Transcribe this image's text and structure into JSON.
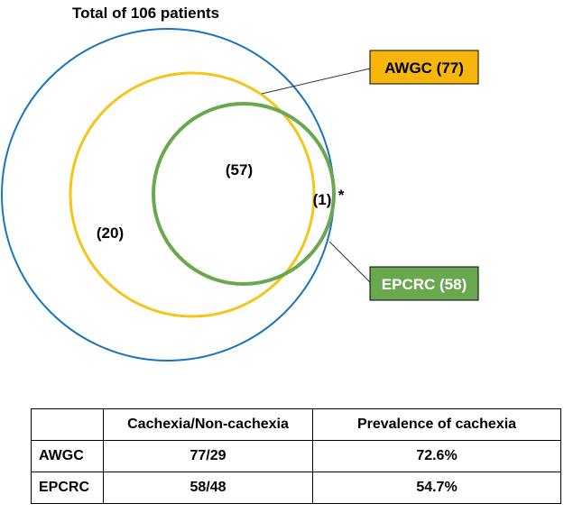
{
  "diagram": {
    "title": "Total of 106 patients",
    "colors": {
      "total": "#1b75bc",
      "awgc": "#f5c518",
      "epcrc": "#6aa84f",
      "awgc_box": "#f6b60c",
      "epcrc_box": "#6aa84f",
      "connector": "#333333"
    },
    "awgc_label": "AWGC (77)",
    "epcrc_label": "EPCRC (58)",
    "regions": {
      "both": "(57)",
      "awgc_only": "(20)",
      "epcrc_only": "(1)",
      "epcrc_only_marker": "*"
    }
  },
  "table": {
    "headers": [
      "",
      "Cachexia/Non-cachexia",
      "Prevalence of cachexia"
    ],
    "rows": [
      {
        "criteria": "AWGC",
        "ratio": "77/29",
        "prevalence": "72.6%"
      },
      {
        "criteria": "EPCRC",
        "ratio": "58/48",
        "prevalence": "54.7%"
      }
    ]
  }
}
